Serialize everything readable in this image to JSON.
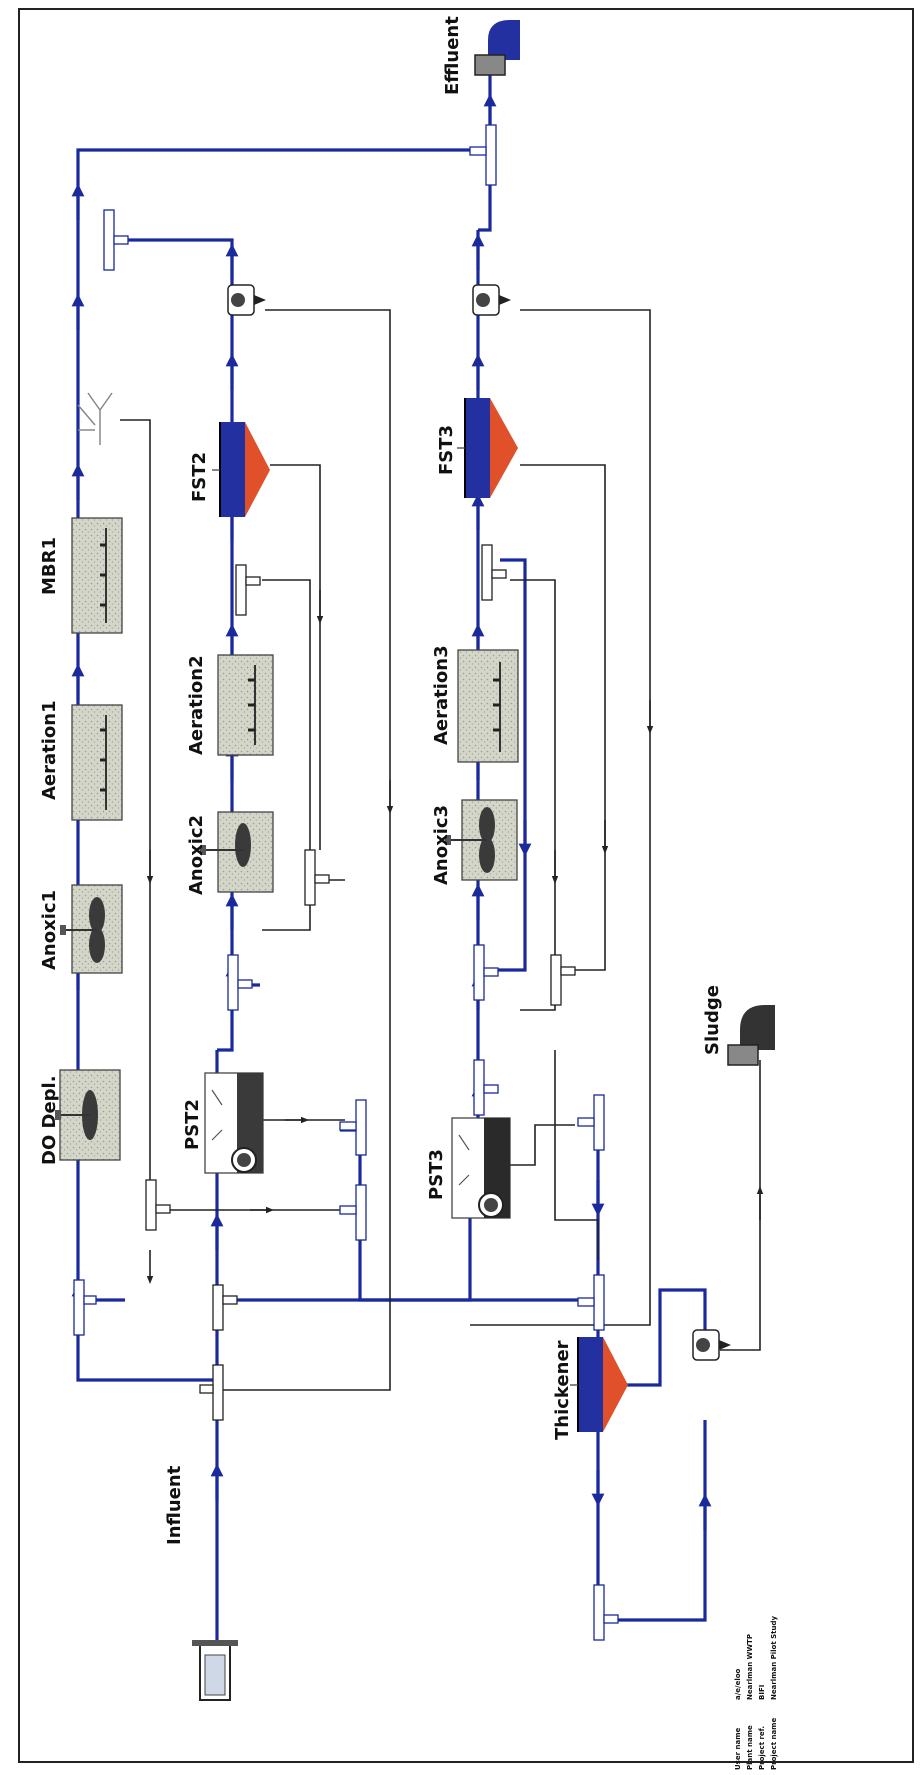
{
  "labels": {
    "effluent": "Effluent",
    "mbr1": "MBR1",
    "aeration1": "Aeration1",
    "anoxic1": "Anoxic1",
    "do_depl": "DO Depl.",
    "fst2": "FST2",
    "aeration2": "Aeration2",
    "anoxic2": "Anoxic2",
    "pst2": "PST2",
    "fst3": "FST3",
    "aeration3": "Aeration3",
    "anoxic3": "Anoxic3",
    "pst3": "PST3",
    "sludge": "Sludge",
    "thickener": "Thickener",
    "influent": "Influent"
  },
  "info_block": {
    "user_name_label": "User name",
    "user_name_value": "a/e/eloo",
    "plant_name_label": "Plant name",
    "plant_name_value": "Nearlman WWTP",
    "project_ref_label": "Project ref.",
    "project_ref_value": "BIFI",
    "project_name_label": "Project name",
    "project_name_value": "Nearlman Pilot Study"
  },
  "colors": {
    "blue_line": "#1a2a9c",
    "black_line": "#222222",
    "clarifier_fill": "#2330a0",
    "sludge_cone": "#e0502a",
    "tank_fill": "#cfd2c4"
  }
}
